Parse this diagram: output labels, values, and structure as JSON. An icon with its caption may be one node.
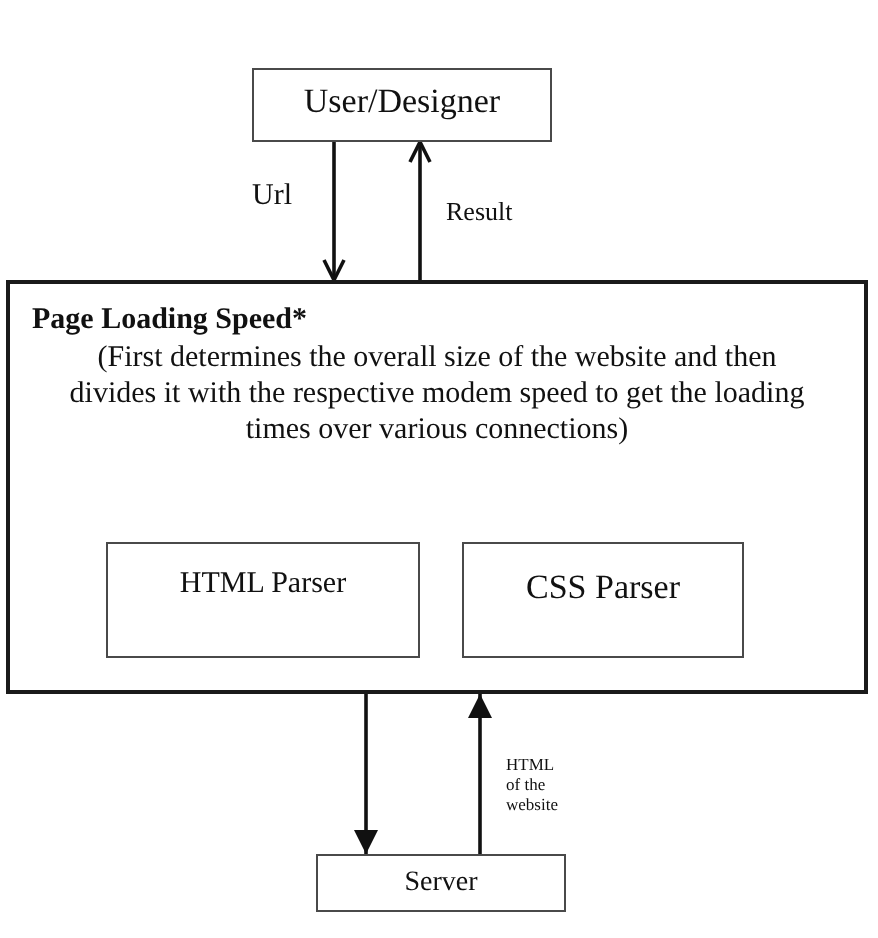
{
  "diagram": {
    "nodes": [
      {
        "text": [
          "User/Designer"
        ]
      },
      {
        "text": [
          "Page Loading Speed*",
          "(First determines the overall size of the website and then divides it with the respective modem speed to get the loading times over various connections)"
        ]
      },
      {
        "text": [
          "HTML Parser"
        ],
        "in": 1
      },
      {
        "text": [
          "CSS Parser"
        ],
        "in": 1
      },
      {
        "text": [
          "Server"
        ]
      }
    ],
    "edges": [
      {
        "from": 0,
        "to": 1,
        "arrow": "to",
        "label": "Url"
      },
      {
        "from": 1,
        "to": 0,
        "arrow": "to",
        "label": "Result"
      },
      {
        "from": 1,
        "to": 4,
        "arrow": "to"
      },
      {
        "from": 4,
        "to": 1,
        "arrow": "to",
        "label": "HTML of the website"
      }
    ]
  }
}
